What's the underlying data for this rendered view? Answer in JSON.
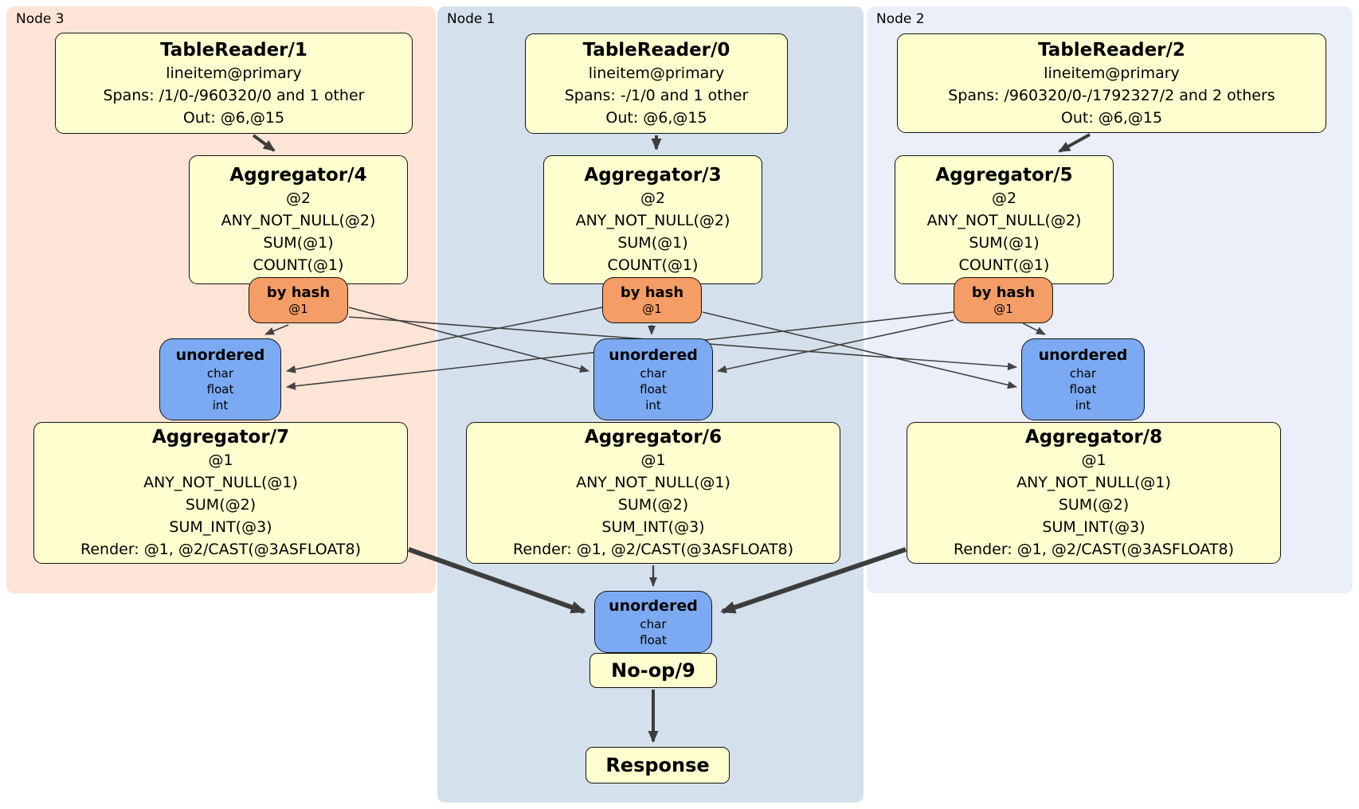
{
  "diagram_type": "distributed-sql-plan",
  "nodes": {
    "node3": {
      "label": "Node 3"
    },
    "node1": {
      "label": "Node 1"
    },
    "node2": {
      "label": "Node 2"
    }
  },
  "processors": {
    "tablereader1": {
      "title": "TableReader/1",
      "lines": [
        "lineitem@primary",
        "Spans: /1/0-/960320/0 and 1 other",
        "Out: @6,@15"
      ]
    },
    "tablereader0": {
      "title": "TableReader/0",
      "lines": [
        "lineitem@primary",
        "Spans: -/1/0 and 1 other",
        "Out: @6,@15"
      ]
    },
    "tablereader2": {
      "title": "TableReader/2",
      "lines": [
        "lineitem@primary",
        "Spans: /960320/0-/1792327/2 and 2 others",
        "Out: @6,@15"
      ]
    },
    "aggregator4": {
      "title": "Aggregator/4",
      "lines": [
        "@2",
        "ANY_NOT_NULL(@2)",
        "SUM(@1)",
        "COUNT(@1)"
      ]
    },
    "aggregator3": {
      "title": "Aggregator/3",
      "lines": [
        "@2",
        "ANY_NOT_NULL(@2)",
        "SUM(@1)",
        "COUNT(@1)"
      ]
    },
    "aggregator5": {
      "title": "Aggregator/5",
      "lines": [
        "@2",
        "ANY_NOT_NULL(@2)",
        "SUM(@1)",
        "COUNT(@1)"
      ]
    },
    "aggregator7": {
      "title": "Aggregator/7",
      "lines": [
        "@1",
        "ANY_NOT_NULL(@1)",
        "SUM(@2)",
        "SUM_INT(@3)",
        "Render: @1, @2/CAST(@3ASFLOAT8)"
      ]
    },
    "aggregator6": {
      "title": "Aggregator/6",
      "lines": [
        "@1",
        "ANY_NOT_NULL(@1)",
        "SUM(@2)",
        "SUM_INT(@3)",
        "Render: @1, @2/CAST(@3ASFLOAT8)"
      ]
    },
    "aggregator8": {
      "title": "Aggregator/8",
      "lines": [
        "@1",
        "ANY_NOT_NULL(@1)",
        "SUM(@2)",
        "SUM_INT(@3)",
        "Render: @1, @2/CAST(@3ASFLOAT8)"
      ]
    },
    "noop": {
      "title": "No-op/9"
    },
    "response": {
      "title": "Response"
    }
  },
  "routers": {
    "byhash4": {
      "title": "by hash",
      "lines": [
        "@1"
      ]
    },
    "byhash3": {
      "title": "by hash",
      "lines": [
        "@1"
      ]
    },
    "byhash5": {
      "title": "by hash",
      "lines": [
        "@1"
      ]
    }
  },
  "syncs": {
    "unordered_left": {
      "title": "unordered",
      "lines": [
        "char",
        "float",
        "int"
      ]
    },
    "unordered_mid": {
      "title": "unordered",
      "lines": [
        "char",
        "float",
        "int"
      ]
    },
    "unordered_right": {
      "title": "unordered",
      "lines": [
        "char",
        "float",
        "int"
      ]
    },
    "unordered_final": {
      "title": "unordered",
      "lines": [
        "char",
        "float"
      ]
    }
  },
  "colors": {
    "node3_bg": "#fce4d6",
    "node1_bg": "#d4e1ec",
    "node2_bg": "#eaeffa",
    "processor_bg": "#ffffcf",
    "router_bg": "#f59d66",
    "sync_bg": "#7baaf2",
    "edge": "#424242",
    "border": "#141414"
  }
}
